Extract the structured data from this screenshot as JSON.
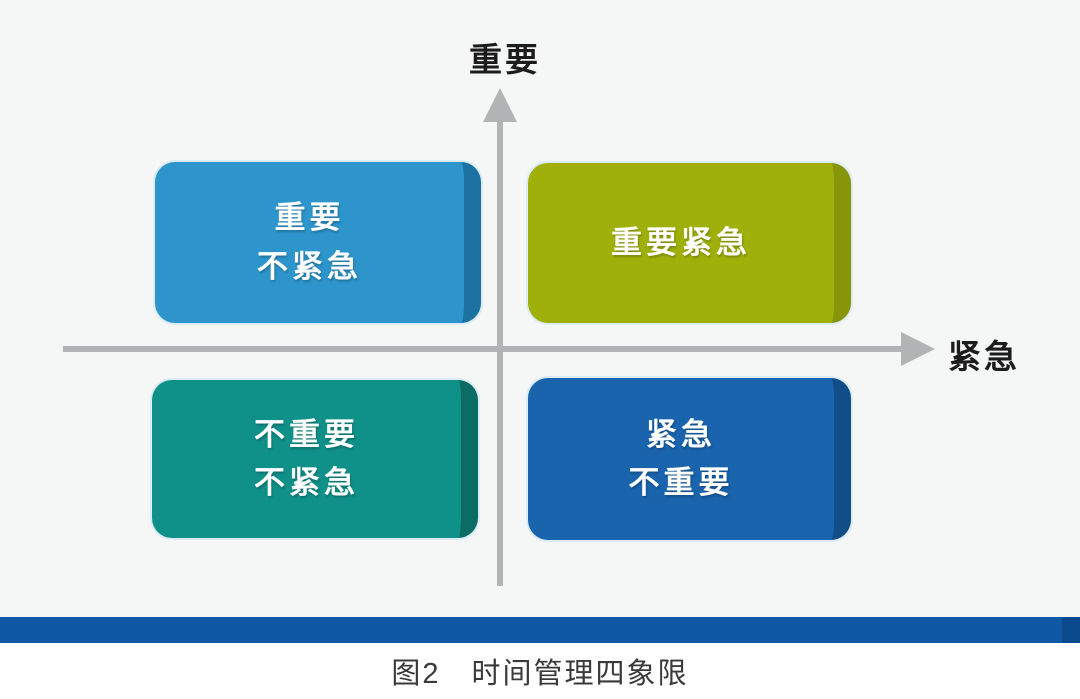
{
  "axes": {
    "y_label": "重要",
    "x_label": "紧急",
    "axis_color": "#b1b3b4",
    "label_color": "#1c1c1c"
  },
  "quadrants": [
    {
      "id": "important-not-urgent",
      "lines": [
        "重要",
        "不紧急"
      ],
      "color": "#2d95cb",
      "edge_color": "#1b719f"
    },
    {
      "id": "important-urgent",
      "lines": [
        "重要紧急"
      ],
      "color": "#a0b00a",
      "edge_color": "#87950a"
    },
    {
      "id": "not-important-not-urgent",
      "lines": [
        "不重要",
        "不紧急"
      ],
      "color": "#0f9189",
      "edge_color": "#0b6c66"
    },
    {
      "id": "urgent-not-important",
      "lines": [
        "紧急",
        "不重要"
      ],
      "color": "#1a64ae",
      "edge_color": "#114e88"
    }
  ],
  "divider_bar": {
    "color": "#0e58a6",
    "right_cap_color": "#0c4a8e"
  },
  "caption": "图2　时间管理四象限",
  "background": {
    "diagram_area": "#f5f6f6",
    "caption_area": "#fefefe"
  }
}
